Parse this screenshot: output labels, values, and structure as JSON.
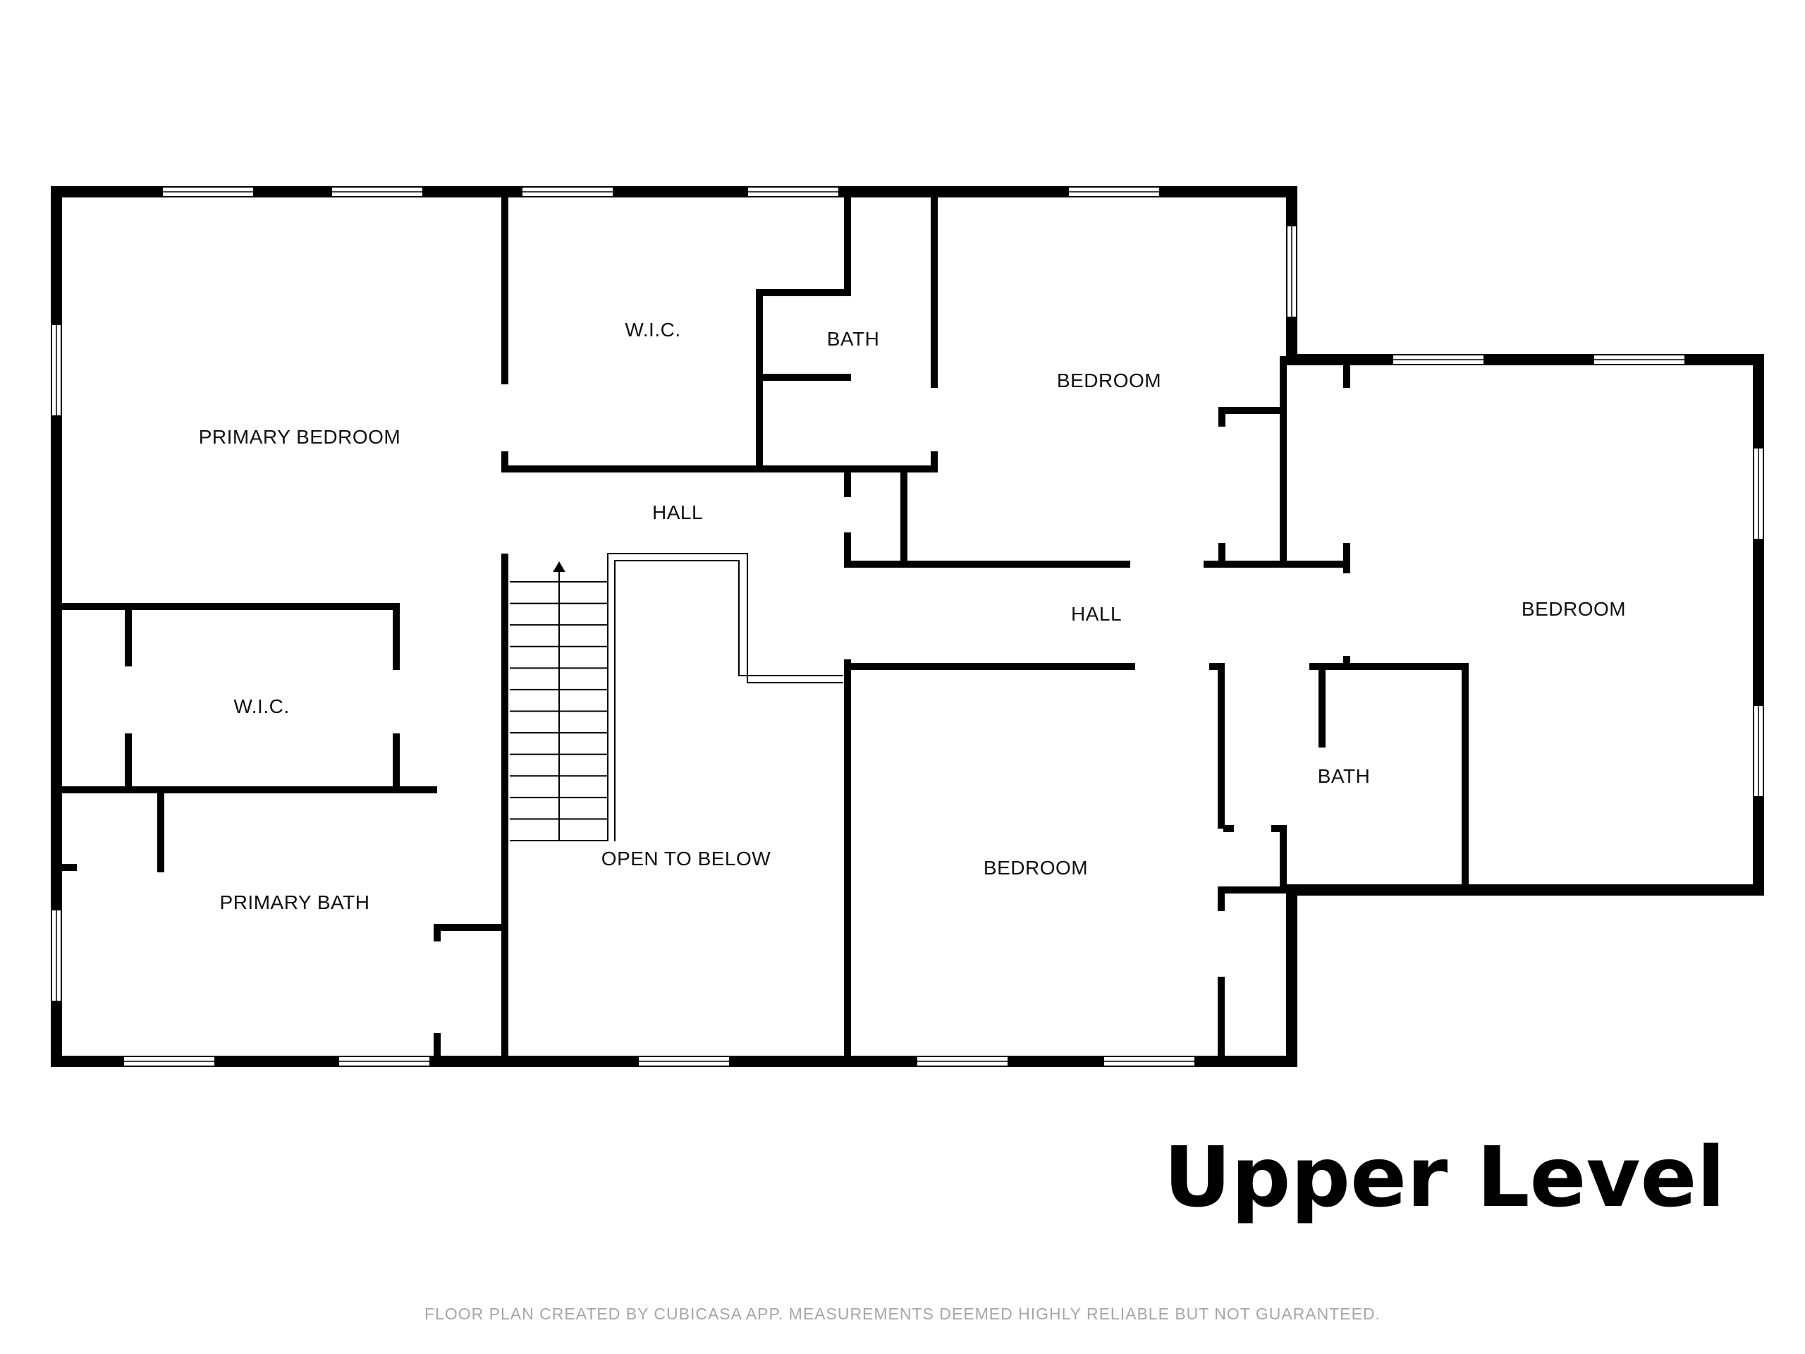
{
  "plan": {
    "rooms": {
      "primary_bedroom": "PRIMARY BEDROOM",
      "wic_top": "W.I.C.",
      "bath_top": "BATH",
      "bedroom_top": "BEDROOM",
      "hall_upper": "HALL",
      "hall_lower": "HALL",
      "bedroom_right": "BEDROOM",
      "wic_left": "W.I.C.",
      "bath_right": "BATH",
      "open_to_below": "OPEN TO BELOW",
      "bedroom_bottom": "BEDROOM",
      "primary_bath": "PRIMARY BATH"
    },
    "level_title": "Upper Level",
    "footer_note": "FLOOR PLAN CREATED BY CUBICASA APP. MEASUREMENTS DEEMED HIGHLY RELIABLE BUT NOT GUARANTEED.",
    "colors": {
      "wall": "#000000",
      "background": "#ffffff",
      "footer_text": "#a6a6a6"
    }
  }
}
